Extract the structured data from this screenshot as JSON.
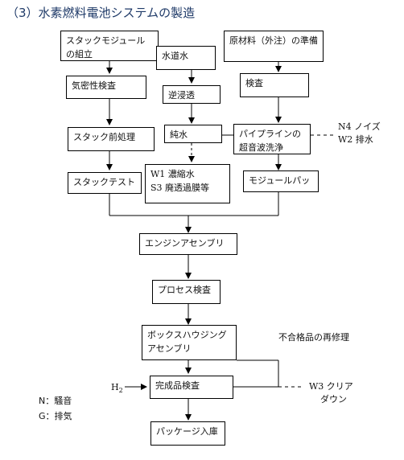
{
  "title": "（3）水素燃料電池システムの製造",
  "boxes": {
    "stack_module_assembly": "スタックモジュールの組立",
    "airtightness_test": "気密性検査",
    "stack_pretreatment": "スタック前処理",
    "stack_test": "スタックテスト",
    "tap_water": "水道水",
    "reverse_osmosis": "逆浸透",
    "pure_water": "純水",
    "raw_materials": "原材料（外注）の準備",
    "inspection": "検査",
    "pipeline_ultrasonic": "パイプラインの超音波洗浄",
    "module_pack": "モジュールパッ",
    "engine_assembly": "エンジンアセンブリ",
    "process_inspection": "プロセス検査",
    "box_housing_assembly": "ボックスハウジングアセンブリ",
    "finished_inspection": "完成品検査",
    "package_storage": "パッケージ入庫"
  },
  "labels": {
    "w1": "W1 濃縮水",
    "s3": "S3 廃透過膜等",
    "n4": "N4 ノイズ",
    "w2": "W2 排水",
    "rework": "不合格品の再修理",
    "h2": "H",
    "h2_sub": "2",
    "w3": "W3 クリア",
    "w3_2": "ダウン",
    "legend_n": "N：騒音",
    "legend_g": "G：排気"
  }
}
